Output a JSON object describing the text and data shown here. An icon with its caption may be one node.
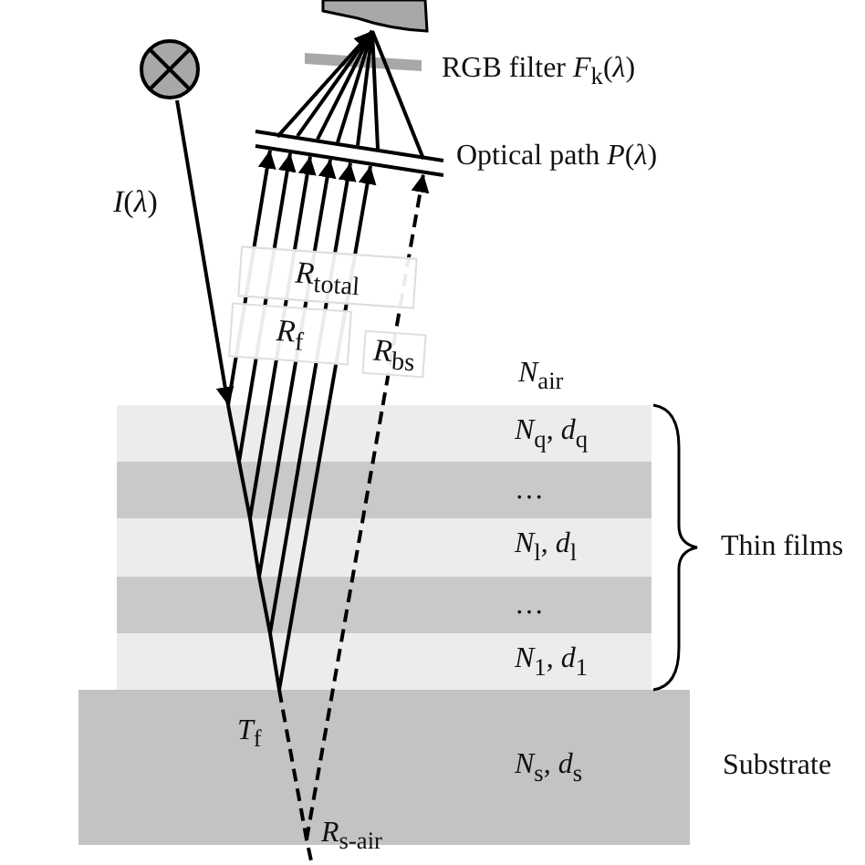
{
  "diagram": {
    "nodes": [
      {
        "text": [],
        "shape": "circle"
      },
      {
        "text": [],
        "shape": "box"
      },
      {
        "text": [],
        "shape": "bar",
        "beside": [
          "RGB filter *F*$_{k}$(*λ*)"
        ]
      },
      {
        "text": [],
        "shape": "bar",
        "beside": [
          "Optical path *P*(*λ*)"
        ]
      },
      {
        "text": [
          "*N*$_{q}$, *d*$_{q}$"
        ]
      },
      {
        "text": [
          "…"
        ]
      },
      {
        "text": [
          "*N*$_{l}$, *d*$_{l}$"
        ]
      },
      {
        "text": [
          "…"
        ]
      },
      {
        "text": [
          "*N*$_{1}$, *d*$_{1}$"
        ]
      },
      {
        "text": [
          "*N*$_{s}$, *d*$_{s}$"
        ],
        "beside": [
          "Substrate"
        ]
      }
    ],
    "edges": [
      {
        "from": 0,
        "to": 4,
        "arrow": "to",
        "label": "*I*(*λ*)"
      },
      {
        "from": 4,
        "to": 3,
        "arrow": "to"
      },
      {
        "from": 4,
        "to": 3,
        "arrow": "to"
      },
      {
        "from": 4,
        "to": 3,
        "arrow": "to"
      },
      {
        "from": 4,
        "to": 3,
        "arrow": "to"
      },
      {
        "from": 4,
        "to": 3,
        "arrow": "to"
      },
      {
        "from": 4,
        "to": 3,
        "arrow": "to"
      },
      {
        "from": 4,
        "to": 3,
        "arrow": "to",
        "style": "dashed"
      },
      {
        "from": 3,
        "to": 1,
        "arrow": "to"
      }
    ],
    "labels": [
      "*R*$_{total}$",
      "*R*$_{f}$",
      "*R*$_{bs}$",
      "*N*$_{air}$",
      "Thin films",
      "*T*$_{f}$",
      "*R*$_{s-air}$"
    ]
  }
}
